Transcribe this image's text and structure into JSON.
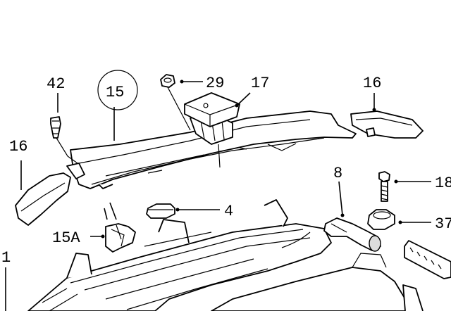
{
  "diagram": {
    "callouts": [
      {
        "id": "42",
        "label": "42"
      },
      {
        "id": "15",
        "label": "15",
        "circled": true
      },
      {
        "id": "29",
        "label": "29"
      },
      {
        "id": "17",
        "label": "17"
      },
      {
        "id": "16-right",
        "label": "16"
      },
      {
        "id": "16-left",
        "label": "16"
      },
      {
        "id": "8",
        "label": "8"
      },
      {
        "id": "18",
        "label": "18"
      },
      {
        "id": "4",
        "label": "4"
      },
      {
        "id": "37",
        "label": "37"
      },
      {
        "id": "15A",
        "label": "15A"
      },
      {
        "id": "1",
        "label": "1"
      }
    ]
  }
}
